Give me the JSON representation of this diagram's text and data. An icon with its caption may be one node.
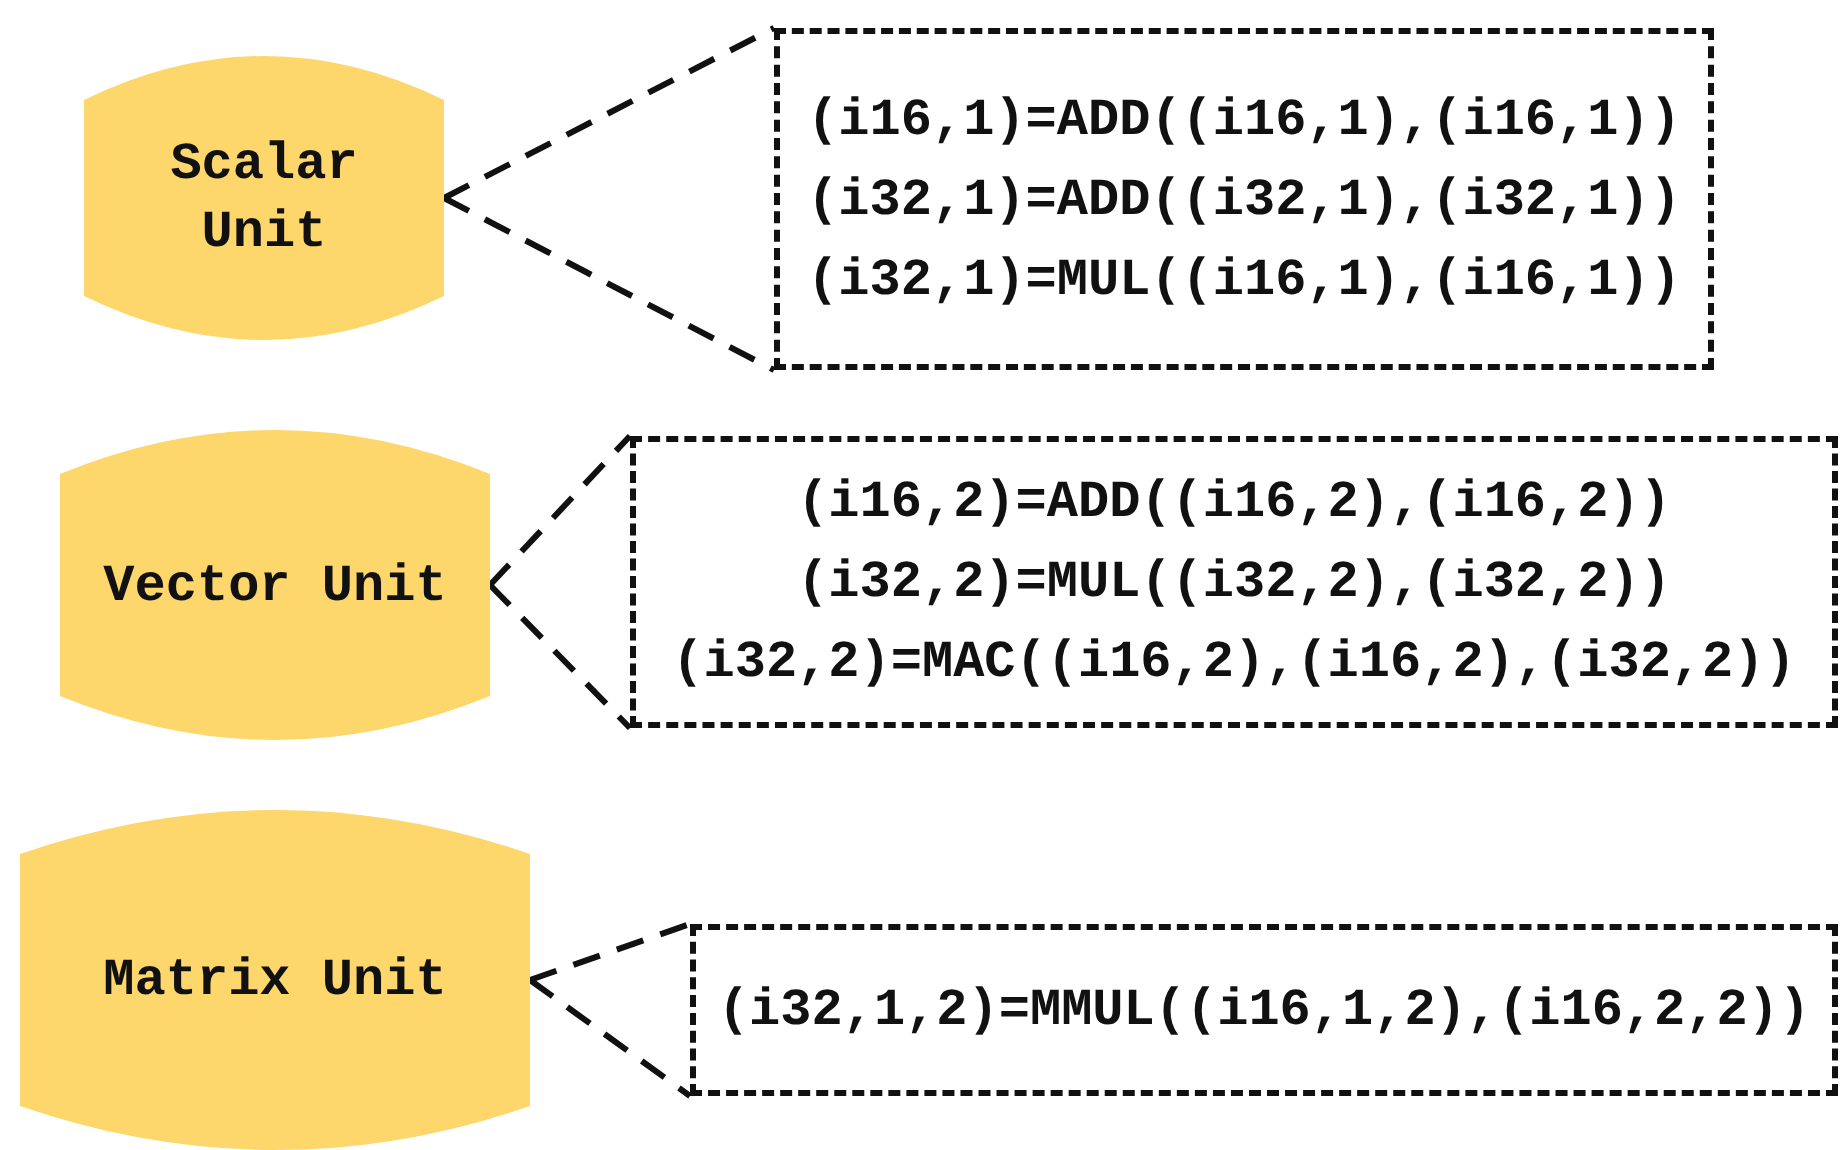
{
  "diagram": {
    "nodes": [
      {
        "text": [
          "Scalar Unit"
        ]
      },
      {
        "text": [
          "(i16,1)=ADD((i16,1),(i16,1))",
          "(i32,1)=ADD((i32,1),(i32,1))",
          "(i32,1)=MUL((i16,1),(i16,1))"
        ]
      },
      {
        "text": [
          "Vector Unit"
        ]
      },
      {
        "text": [
          "(i16,2)=ADD((i16,2),(i16,2))",
          "(i32,2)=MUL((i32,2),(i32,2))",
          "(i32,2)=MAC((i16,2),(i16,2),(i32,2))"
        ]
      },
      {
        "text": [
          "Matrix Unit"
        ]
      },
      {
        "text": [
          "(i32,1,2)=MMUL((i16,1,2),(i16,2,2))"
        ]
      }
    ],
    "edges": [
      {
        "from": 0,
        "to": 1,
        "arrow": "none",
        "style": "dashed"
      },
      {
        "from": 0,
        "to": 1,
        "arrow": "none",
        "style": "dashed"
      },
      {
        "from": 2,
        "to": 3,
        "arrow": "none",
        "style": "dashed"
      },
      {
        "from": 2,
        "to": 3,
        "arrow": "none",
        "style": "dashed"
      },
      {
        "from": 4,
        "to": 5,
        "arrow": "none",
        "style": "dashed"
      },
      {
        "from": 4,
        "to": 5,
        "arrow": "none",
        "style": "dashed"
      }
    ]
  }
}
